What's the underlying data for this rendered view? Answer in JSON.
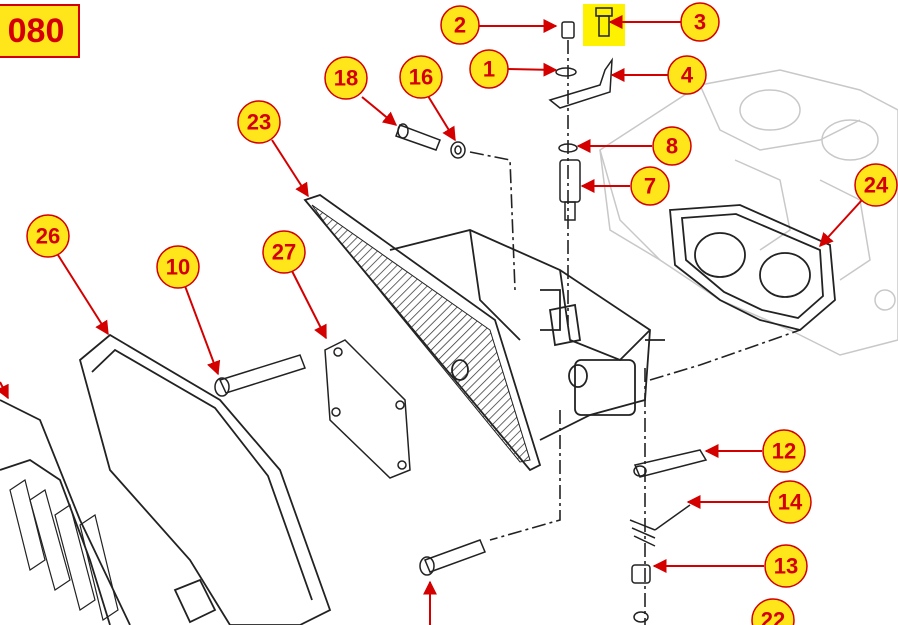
{
  "page_code": "080",
  "colors": {
    "callout_fill": "#ffe61a",
    "callout_border": "#d40000",
    "callout_text": "#d40000",
    "leader": "#d40000",
    "line_art": "#222222",
    "background_art": "#c8c8c8",
    "highlight": "#fff200"
  },
  "callouts": [
    {
      "id": "c1",
      "label": "1"
    },
    {
      "id": "c2",
      "label": "2"
    },
    {
      "id": "c3",
      "label": "3"
    },
    {
      "id": "c4",
      "label": "4"
    },
    {
      "id": "c7",
      "label": "7"
    },
    {
      "id": "c8",
      "label": "8"
    },
    {
      "id": "c10",
      "label": "10"
    },
    {
      "id": "c12",
      "label": "12"
    },
    {
      "id": "c13",
      "label": "13"
    },
    {
      "id": "c14",
      "label": "14"
    },
    {
      "id": "c16",
      "label": "16"
    },
    {
      "id": "c18",
      "label": "18"
    },
    {
      "id": "c22",
      "label": "22"
    },
    {
      "id": "c23",
      "label": "23"
    },
    {
      "id": "c24",
      "label": "24"
    },
    {
      "id": "c26",
      "label": "26"
    },
    {
      "id": "c27",
      "label": "27"
    }
  ]
}
